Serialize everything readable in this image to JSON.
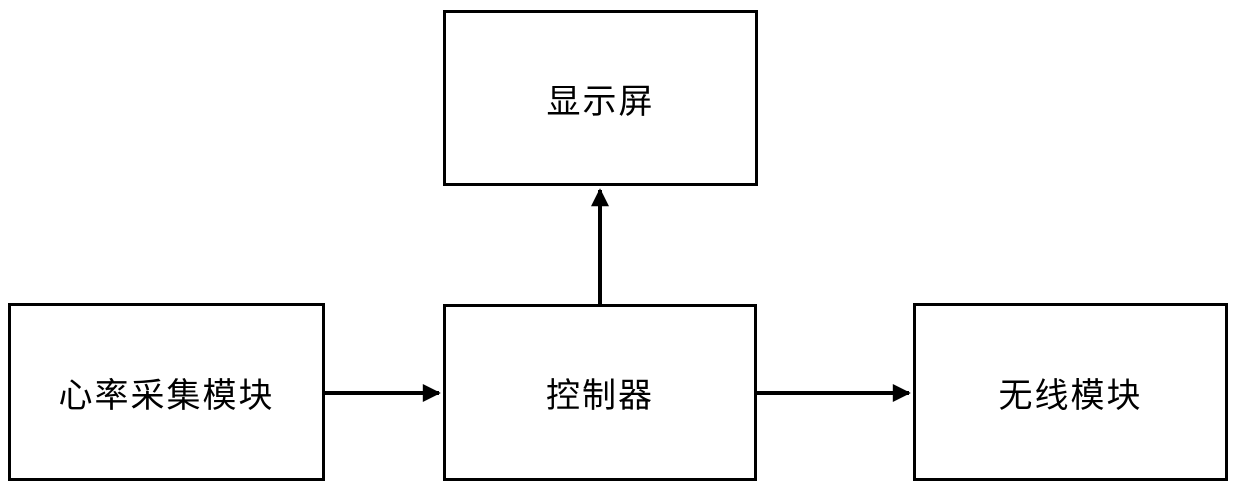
{
  "diagram": {
    "nodes": [
      {
        "id": "display",
        "label": "显示屏"
      },
      {
        "id": "heart-rate-module",
        "label": "心率采集模块"
      },
      {
        "id": "controller",
        "label": "控制器"
      },
      {
        "id": "wireless-module",
        "label": "无线模块"
      }
    ],
    "edges": [
      {
        "from": "heart-rate-module",
        "to": "controller"
      },
      {
        "from": "controller",
        "to": "display"
      },
      {
        "from": "controller",
        "to": "wireless-module"
      }
    ],
    "colors": {
      "background": "#ffffff",
      "line": "#000000",
      "text": "#000000"
    }
  }
}
